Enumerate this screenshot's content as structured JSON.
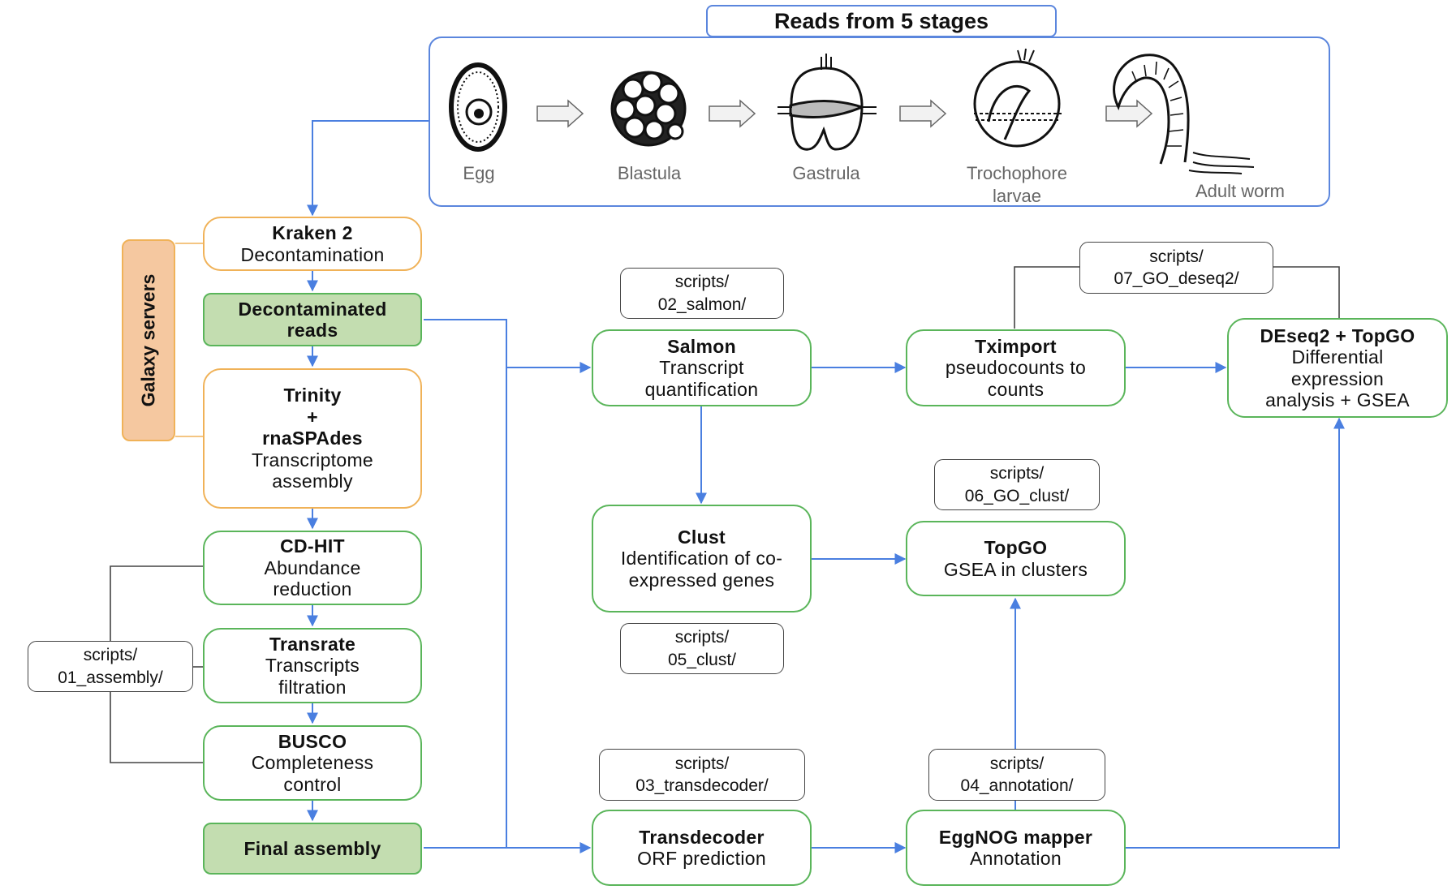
{
  "stages": {
    "title": "Reads from 5 stages",
    "labels": [
      "Egg",
      "Blastula",
      "Gastrula",
      "Trochophore larvae",
      "Adult worm"
    ]
  },
  "galaxy_label": "Galaxy servers",
  "pipeline": {
    "kraken": {
      "title": "Kraken 2",
      "desc": "Decontamination"
    },
    "decontaminated": {
      "title": "Decontaminated reads"
    },
    "trinity": {
      "title1": "Trinity",
      "plus": "+",
      "title2": "rnaSPAdes",
      "desc": "Transcriptome assembly"
    },
    "cdhit": {
      "title": "CD-HIT",
      "desc": "Abundance reduction"
    },
    "transrate": {
      "title": "Transrate",
      "desc": "Transcripts filtration"
    },
    "busco": {
      "title": "BUSCO",
      "desc": "Completeness control"
    },
    "final": {
      "title": "Final assembly"
    },
    "salmon": {
      "title": "Salmon",
      "desc": "Transcript quantification"
    },
    "clust": {
      "title": "Clust",
      "desc": "Identification of co-expressed genes"
    },
    "transdecoder": {
      "title": "Transdecoder",
      "desc": "ORF prediction"
    },
    "tximport": {
      "title": "Tximport",
      "desc": "pseudocounts to counts"
    },
    "topgo": {
      "title": "TopGO",
      "desc": "GSEA in clusters"
    },
    "eggnog": {
      "title": "EggNOG mapper",
      "desc": "Annotation"
    },
    "deseq": {
      "title": "DEseq2 + TopGO",
      "desc": "Differential expression analysis + GSEA"
    }
  },
  "scripts": {
    "assembly": [
      "scripts/",
      "01_assembly/"
    ],
    "salmon": [
      "scripts/",
      "02_salmon/"
    ],
    "transdecoder": [
      "scripts/",
      "03_transdecoder/"
    ],
    "annotation": [
      "scripts/",
      "04_annotation/"
    ],
    "clust": [
      "scripts/",
      "05_clust/"
    ],
    "go_clust": [
      "scripts/",
      "06_GO_clust/"
    ],
    "go_deseq2": [
      "scripts/",
      "07_GO_deseq2/"
    ]
  },
  "colors": {
    "arrow": "#4a7fe0",
    "green_border": "#5ab55a",
    "green_fill": "#c3ddb0",
    "orange_border": "#f0b258",
    "orange_fill": "#f5c8a0",
    "script_border": "#444444"
  }
}
